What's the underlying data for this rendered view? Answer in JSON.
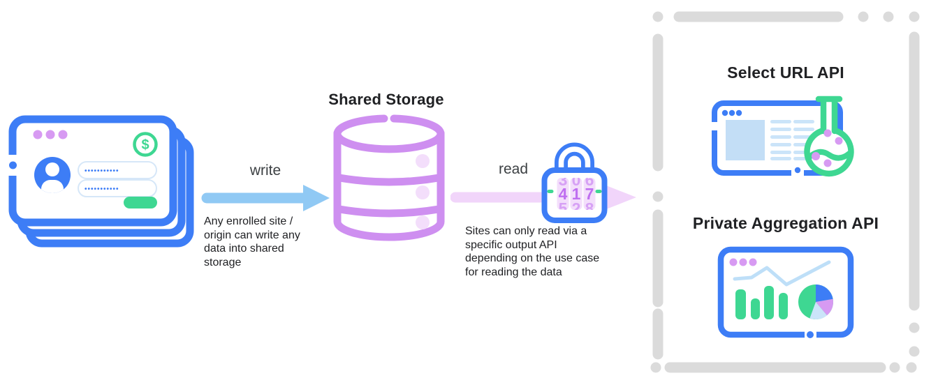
{
  "colors": {
    "blue": "#3D7DF6",
    "blue-light": "#90C9F4",
    "blue-faint": "#C3DEF6",
    "blue-lines": "#CBE4F9",
    "blue-line": "#BEDFF8",
    "green": "#3ED792",
    "purple": "#CE8FF0",
    "purple-faint": "#F3DEFB",
    "purple-dot": "#D79AF2",
    "purple-digit": "#BF6FF0",
    "pink-arrow": "#F1D5FA",
    "gray-dash": "#DBDBDB",
    "ink": "#202124",
    "label": "#3C4043",
    "field-border": "#D6E7F8"
  },
  "storage": {
    "title": "Shared Storage"
  },
  "write": {
    "label": "write",
    "caption_lines": [
      "Any enrolled site /",
      "origin can write any",
      "data into shared",
      "storage"
    ]
  },
  "read": {
    "label": "read",
    "caption_lines": [
      "Sites can only read via a",
      "specific output API",
      "depending on the use case",
      "for reading the data"
    ]
  },
  "lock": {
    "code": "417",
    "dials": [
      {
        "above": "3",
        "main": "4",
        "below": "5"
      },
      {
        "above": "0",
        "main": "1",
        "below": "2"
      },
      {
        "above": "6",
        "main": "7",
        "below": "8"
      }
    ]
  },
  "site_card": {
    "password_dots": "•••••••••••",
    "dollar_symbol": "$"
  },
  "outputs": {
    "select_url": {
      "title": "Select URL API"
    },
    "private_aggregation": {
      "title": "Private Aggregation API"
    }
  }
}
